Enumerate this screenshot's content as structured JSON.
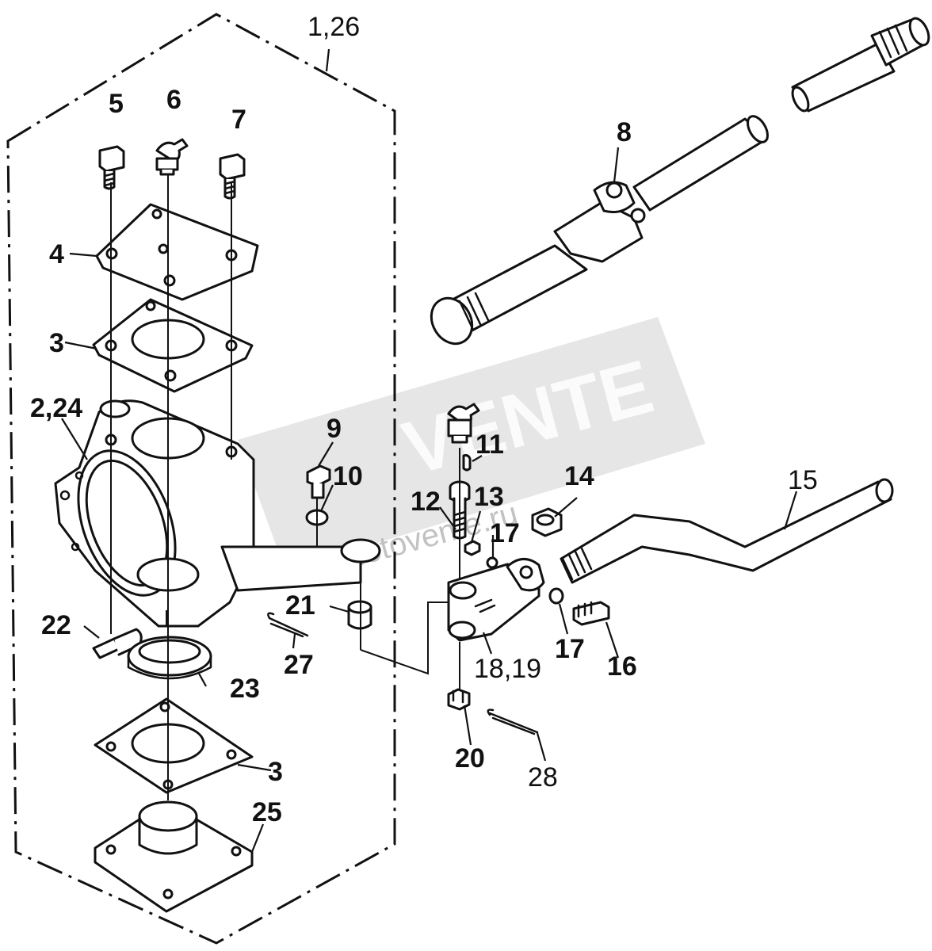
{
  "diagram": {
    "callouts": {
      "c1_26": "1,26",
      "c2_24": "2,24",
      "c3_top": "3",
      "c3_bottom": "3",
      "c4": "4",
      "c5": "5",
      "c6": "6",
      "c7": "7",
      "c8": "8",
      "c9": "9",
      "c10": "10",
      "c11": "11",
      "c12": "12",
      "c13": "13",
      "c14": "14",
      "c15": "15",
      "c16": "16",
      "c17_upper": "17",
      "c17_lower": "17",
      "c18_19": "18,19",
      "c20": "20",
      "c21": "21",
      "c22": "22",
      "c23": "23",
      "c25": "25",
      "c27": "27",
      "c28": "28"
    },
    "watermark": {
      "brand": "VENTE",
      "domain": "motovente.ru"
    }
  }
}
